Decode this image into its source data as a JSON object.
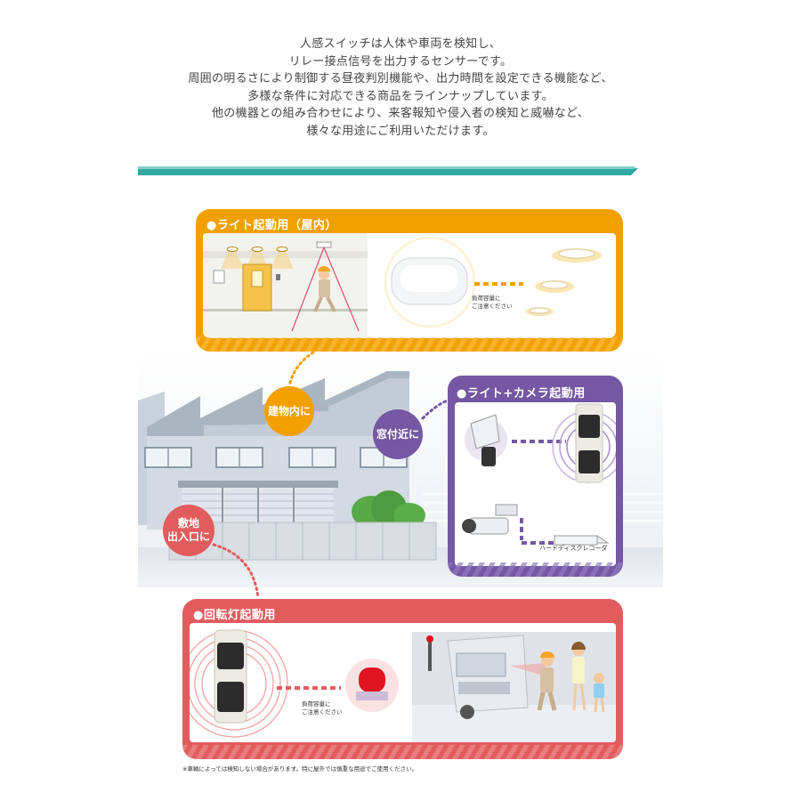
{
  "intro": {
    "lines": [
      "人感スイッチは人体や車両を検知し、",
      "リレー接点信号を出力するセンサーです。",
      "周囲の明るさにより制御する昼夜判別機能や、出力時間を設定できる機能など、",
      "多様な条件に対応できる商品をラインナップしています。",
      "他の機器との組み合わせにより、来客報知や侵入者の検知と威嚇など、",
      "様々な用途にご利用いただけます。"
    ]
  },
  "panels": {
    "indoor": {
      "title": "●ライト起動用（屋内）",
      "note_lines": [
        "負荷容量に",
        "ご注意ください"
      ]
    },
    "camera": {
      "title": "●ライト+カメラ起動用",
      "recorder_label": "ハードディスクレコーダ"
    },
    "rotating": {
      "title": "●回転灯起動用",
      "note_lines": [
        "負荷容量に",
        "ご注意ください"
      ]
    }
  },
  "bubbles": {
    "indoor": [
      "建物内に"
    ],
    "window": [
      "窓付近に"
    ],
    "gate": [
      "敷地",
      "出入口に"
    ]
  },
  "footnote": "※車輌によっては検知しない場合があります。特に屋外では慎重な用途でご使用ください。",
  "colors": {
    "orange": "#f2a000",
    "purple": "#7557a3",
    "red": "#e25c5e",
    "teal": "#2fa9a4"
  }
}
